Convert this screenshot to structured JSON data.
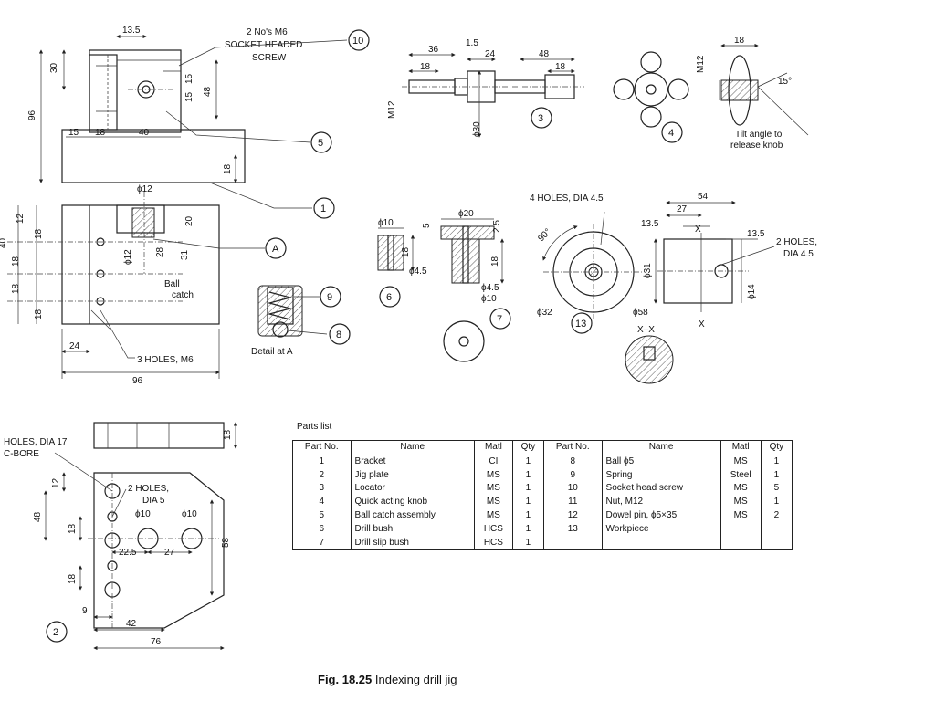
{
  "figure": {
    "number": "Fig. 18.25",
    "title": "Indexing drill jig"
  },
  "parts_list": {
    "caption": "Parts list",
    "headers": [
      "Part No.",
      "Name",
      "Matl",
      "Qty",
      "Part No.",
      "Name",
      "Matl",
      "Qty"
    ],
    "rows": [
      [
        "1",
        "Bracket",
        "CI",
        "1",
        "8",
        "Ball ϕ5",
        "MS",
        "1"
      ],
      [
        "2",
        "Jig plate",
        "MS",
        "1",
        "9",
        "Spring",
        "Steel",
        "1"
      ],
      [
        "3",
        "Locator",
        "MS",
        "1",
        "10",
        "Socket head screw",
        "MS",
        "5"
      ],
      [
        "4",
        "Quick acting knob",
        "MS",
        "1",
        "11",
        "Nut, M12",
        "MS",
        "1"
      ],
      [
        "5",
        "Ball catch assembly",
        "MS",
        "1",
        "12",
        "Dowel pin, ϕ5×35",
        "MS",
        "2"
      ],
      [
        "6",
        "Drill bush",
        "HCS",
        "1",
        "13",
        "Workpiece",
        "",
        ""
      ],
      [
        "7",
        "Drill slip bush",
        "HCS",
        "1",
        "",
        "",
        "",
        ""
      ]
    ]
  },
  "bracket_view": {
    "dims": [
      "13.5",
      "30",
      "96",
      "15",
      "15",
      "48",
      "15",
      "18",
      "40",
      "18"
    ],
    "note_line1": "2 No's M6",
    "note_line2": "SOCKET HEADED",
    "note_line3": "SCREW",
    "bubbles": [
      "10",
      "5",
      "1"
    ]
  },
  "front_view": {
    "dims": [
      "ϕ12",
      "12",
      "20",
      "18",
      "ϕ12",
      "28",
      "31",
      "18",
      "18",
      "18",
      "40",
      "24",
      "96"
    ],
    "ball_catch_line1": "Ball",
    "ball_catch_line2": "catch",
    "holes_note": "3 HOLES, M6",
    "bubble_a": "A"
  },
  "detail_a": {
    "label": "Detail at A",
    "bubbles": [
      "9",
      "8"
    ]
  },
  "locator": {
    "dims": [
      "36",
      "1.5",
      "24",
      "48",
      "18",
      "18",
      "M12",
      "ϕ30"
    ],
    "bubble": "3"
  },
  "knob": {
    "dims": [
      "18",
      "M12",
      "15°"
    ],
    "tilt_line1": "Tilt angle to",
    "tilt_line2": "release knob",
    "bubble": "4"
  },
  "drill_bush": {
    "dims": [
      "ϕ10",
      "18",
      "ϕ4.5"
    ],
    "bubble": "6"
  },
  "slip_bush": {
    "dims": [
      "ϕ20",
      "5",
      "2.5",
      "18",
      "ϕ4.5",
      "ϕ10"
    ],
    "bubble": "7"
  },
  "workpiece": {
    "holes_note": "4 HOLES, DIA 4.5",
    "dims": [
      "90°",
      "ϕ32",
      "ϕ58",
      "54",
      "27",
      "13.5",
      "X",
      "13.5",
      "ϕ31",
      "ϕ14",
      "X",
      "X–X"
    ],
    "side_holes_line1": "2 HOLES,",
    "side_holes_line2": "DIA 4.5",
    "bubble": "13"
  },
  "jig_plate": {
    "cbore_line1": "HOLES, DIA 17",
    "cbore_line2": "C-BORE",
    "holes_line1": "2 HOLES,",
    "holes_line2": "DIA 5",
    "dims": [
      "18",
      "12",
      "48",
      "18",
      "ϕ10",
      "ϕ10",
      "22.5",
      "27",
      "58",
      "18",
      "9",
      "42",
      "76"
    ],
    "bubble": "2"
  }
}
